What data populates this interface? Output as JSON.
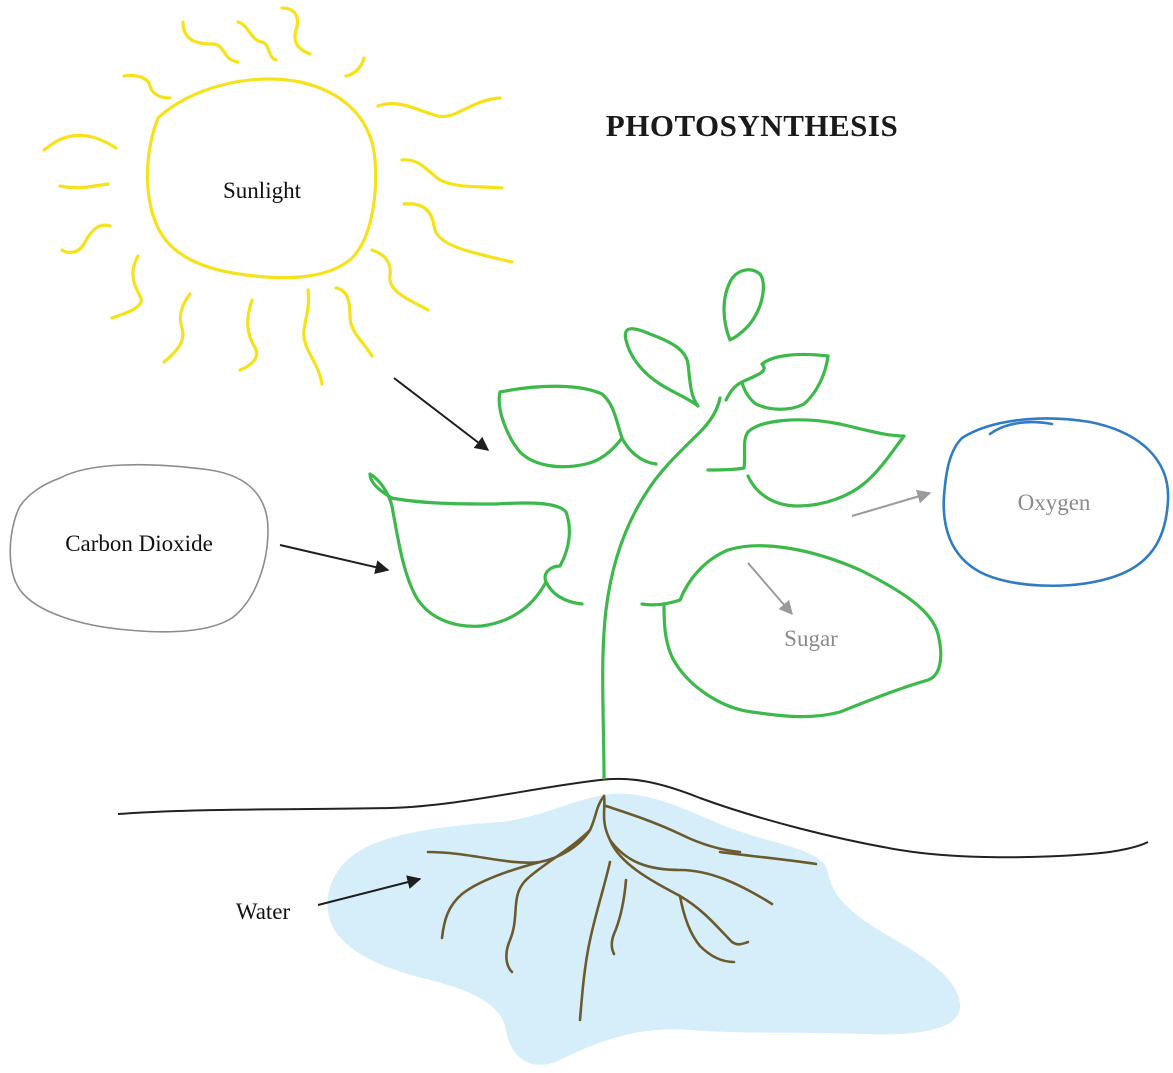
{
  "diagram": {
    "title": "PHOTOSYNTHESIS",
    "labels": {
      "sunlight": "Sunlight",
      "carbon_dioxide": "Carbon Dioxide",
      "oxygen": "Oxygen",
      "sugar": "Sugar",
      "water": "Water"
    },
    "colors": {
      "sun": "#f6e21a",
      "plant": "#3db84a",
      "roots": "#6b5a2e",
      "water": "#d6eef9",
      "oxygen_outline": "#2f7cc4",
      "co2_outline": "#8c8c8c",
      "ground": "#222222"
    }
  }
}
